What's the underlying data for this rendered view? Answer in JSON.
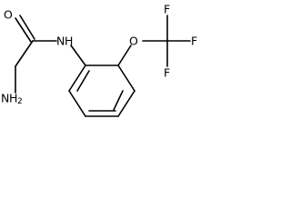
{
  "structure": {
    "atoms": {
      "carbonyl_oxygen": "O",
      "amide_nitrogen": "N",
      "amide_hydrogen": "H",
      "ether_oxygen": "O",
      "fluorine_top_left": "F",
      "fluorine_top_right": "F",
      "fluorine_bottom": "F",
      "amine_nitrogen": "N",
      "amine_hydrogen": "H",
      "amine_hydrogen_count": "2"
    }
  }
}
